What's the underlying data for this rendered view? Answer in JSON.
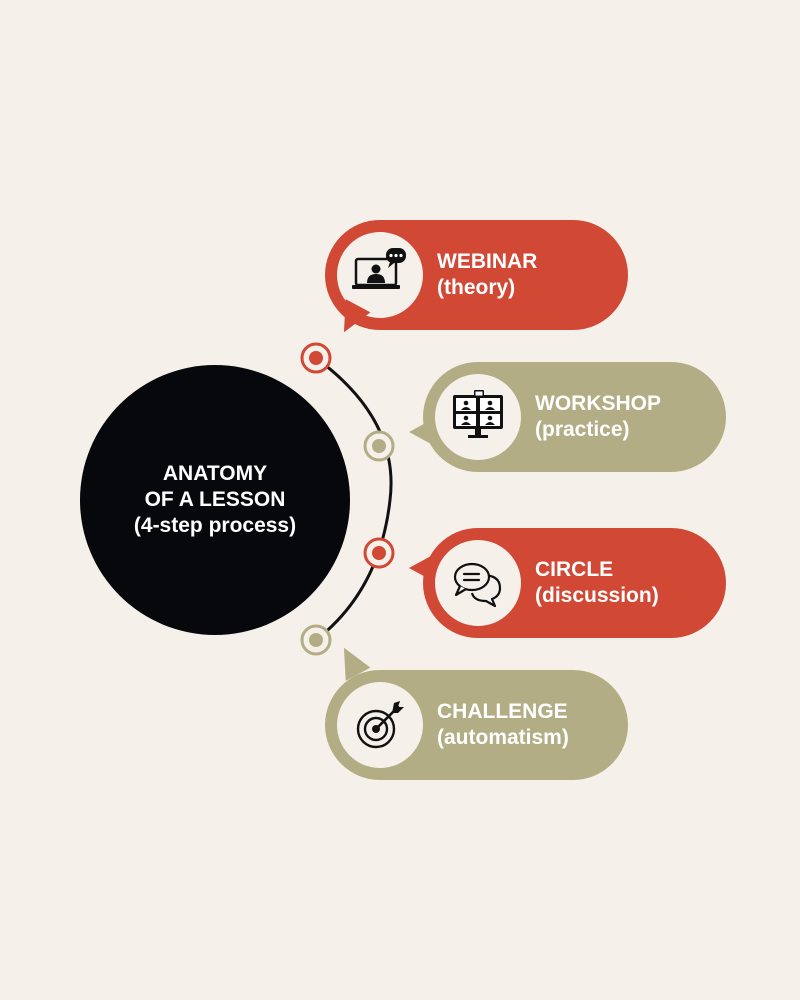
{
  "hub": {
    "line1": "ANATOMY",
    "line2": "OF A LESSON",
    "line3": "(4-step process)"
  },
  "colors": {
    "background": "#f5f1ea",
    "hub": "#07080c",
    "red": "#d14835",
    "khaki": "#b2ad84",
    "connector": "#111111"
  },
  "steps": [
    {
      "title": "WEBINAR",
      "subtitle": "(theory)",
      "icon": "video-call-icon",
      "color": "red"
    },
    {
      "title": "WORKSHOP",
      "subtitle": "(practice)",
      "icon": "group-screen-icon",
      "color": "khaki"
    },
    {
      "title": "CIRCLE",
      "subtitle": "(discussion)",
      "icon": "chat-bubbles-icon",
      "color": "red"
    },
    {
      "title": "CHALLENGE",
      "subtitle": "(automatism)",
      "icon": "target-arrow-icon",
      "color": "khaki"
    }
  ]
}
